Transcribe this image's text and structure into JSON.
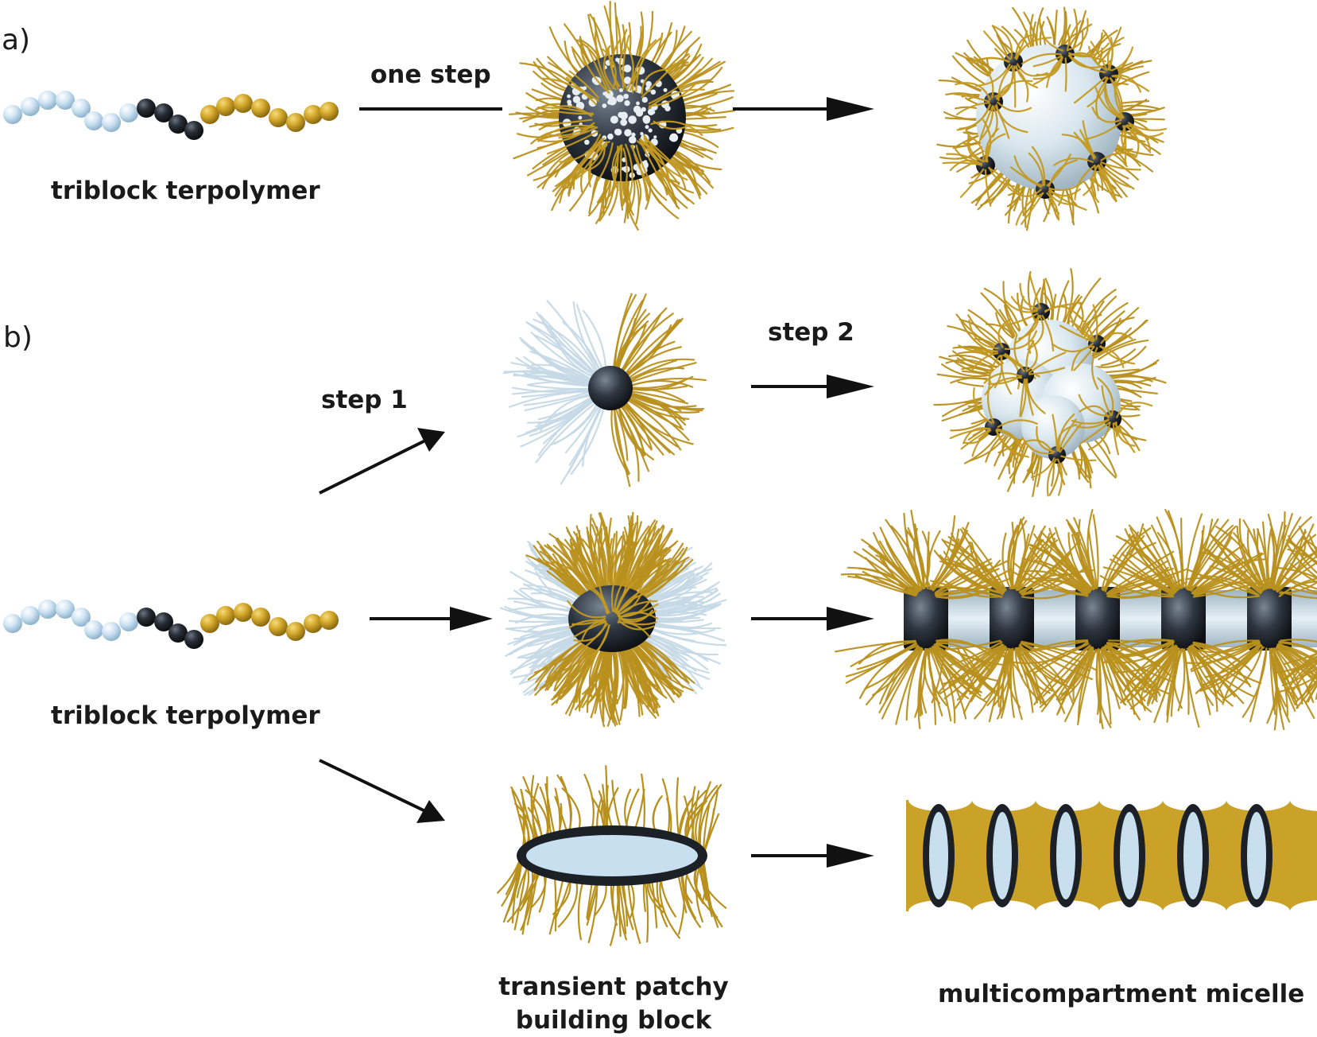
{
  "panel_a": {
    "label": "a)",
    "polymer_label": "triblock terpolymer",
    "arrow_label": "one step"
  },
  "panel_b": {
    "label": "b)",
    "polymer_label": "triblock terpolymer",
    "step1_label": "step 1",
    "step2_label": "step 2",
    "building_block_caption": "transient patchy building block",
    "micelle_caption": "multicompartment micelle"
  },
  "colors": {
    "light_block": "#c8dff0",
    "dark_block": "#1e2229",
    "gold_block": "#c9a227",
    "arrow": "#111111",
    "shell": "#b88f1c"
  }
}
